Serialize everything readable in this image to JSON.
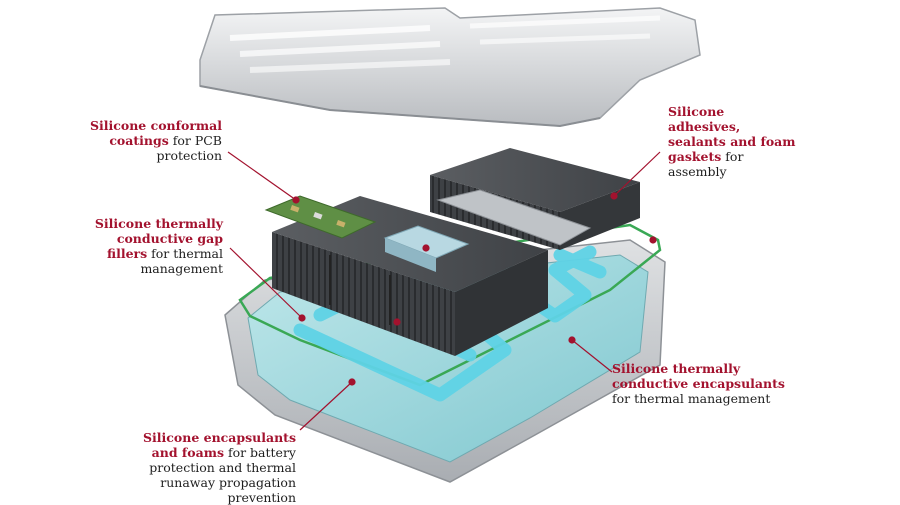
{
  "colors": {
    "accent": "#a3122e",
    "coolant": "#5fd3e6",
    "seal": "#3aa855",
    "cells": "#4b4e52",
    "tray": "#c9ccd0"
  },
  "callouts": {
    "pcb": {
      "bold": "Silicone conformal coatings",
      "rest": " for PCB protection"
    },
    "gap": {
      "bold": "Silicone thermally conductive gap fillers",
      "rest": " for thermal management"
    },
    "adhesives": {
      "bold": "Silicone adhesives, sealants and foam gaskets",
      "rest": " for assembly"
    },
    "encapsulants": {
      "bold": "Silicone thermally conductive encapsulants",
      "rest": " for thermal management"
    },
    "foams": {
      "bold": "Silicone encapsulants and foams",
      "rest": " for battery protection and thermal runaway propagation prevention"
    }
  }
}
